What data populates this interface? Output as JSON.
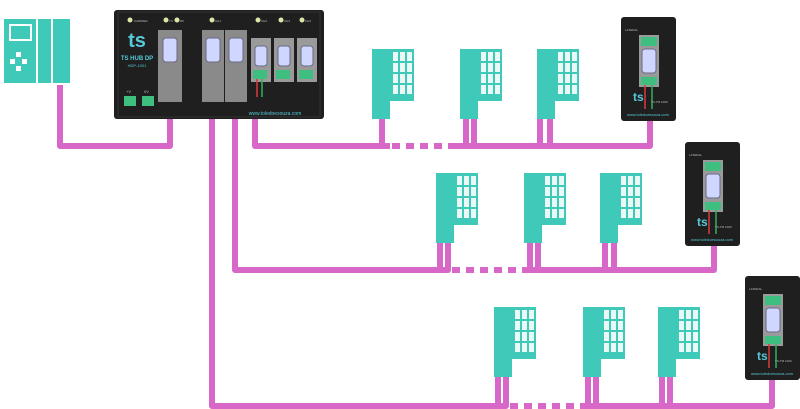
{
  "hub": {
    "brand_mark": "ts",
    "title": "TS HUB DP",
    "model": "HDP-1001",
    "website": "www.toledoesouza.com",
    "led_labels": [
      "CARRIER",
      "TX",
      "RX",
      "CH1",
      "CH2",
      "CH3",
      "CH4"
    ],
    "connector_labels": [
      "+V",
      "0V"
    ]
  },
  "terminator": {
    "brand_mark": "ts",
    "label": "LATERAL",
    "model": "TS-TM 1000",
    "website": "www.toledoesouza.com"
  },
  "colors": {
    "cable": "#d868c8",
    "device": "#3ec9b9",
    "device_stripes": "#eaf8f6",
    "hub_body": "#1f1f1f",
    "hub_text": "#55c9d8",
    "connector": "#3fbf7f"
  },
  "icons": {
    "controller": "plc-controller-icon",
    "slave": "profibus-slave-icon",
    "hub": "profibus-hub-icon",
    "terminator": "active-terminator-icon",
    "connector": "db9-connector-icon"
  }
}
